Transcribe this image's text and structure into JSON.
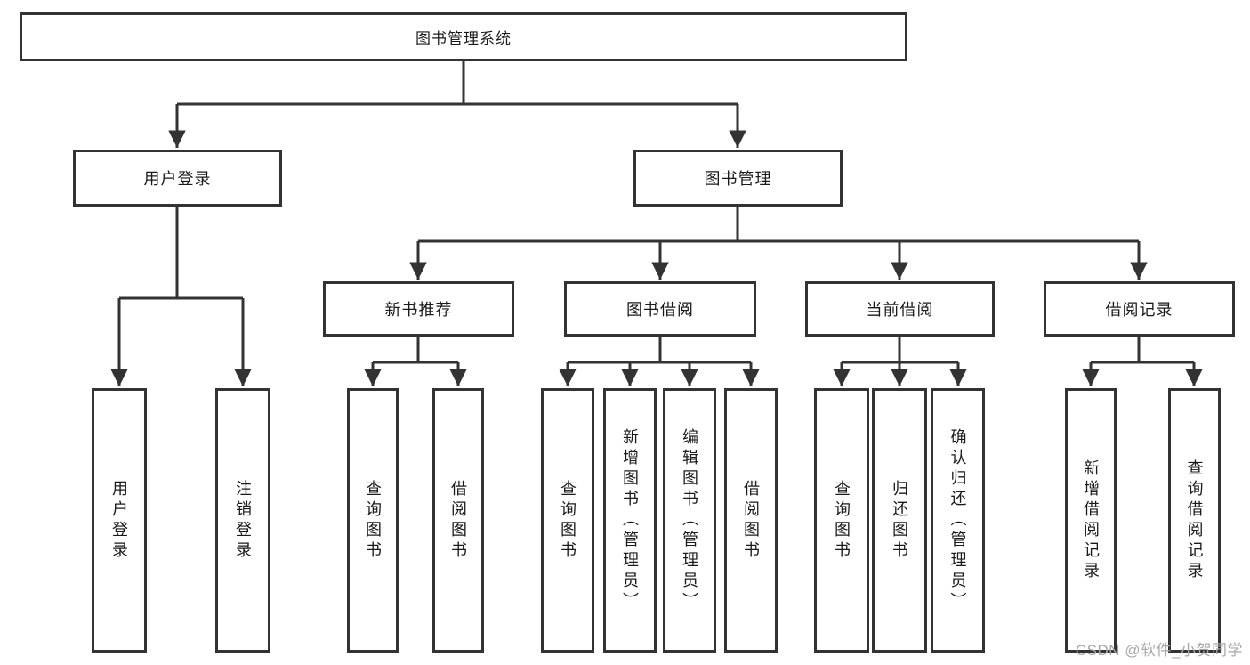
{
  "diagram": {
    "root": {
      "label": "图书管理系统"
    },
    "level2": [
      {
        "label": "用户登录"
      },
      {
        "label": "图书管理"
      }
    ],
    "level3": [
      {
        "label": "新书推荐"
      },
      {
        "label": "图书借阅"
      },
      {
        "label": "当前借阅"
      },
      {
        "label": "借阅记录"
      }
    ],
    "leaves": [
      {
        "label": "用户登录"
      },
      {
        "label": "注销登录"
      },
      {
        "label": "查询图书"
      },
      {
        "label": "借阅图书"
      },
      {
        "label": "查询图书"
      },
      {
        "label": "新增图书（管理员）"
      },
      {
        "label": "编辑图书（管理员）"
      },
      {
        "label": "借阅图书"
      },
      {
        "label": "查询图书"
      },
      {
        "label": "归还图书"
      },
      {
        "label": "确认归还（管理员）"
      },
      {
        "label": "新增借阅记录"
      },
      {
        "label": "查询借阅记录"
      }
    ],
    "line_color": "#333333"
  },
  "watermark": "CSDN @软件_小贺同学"
}
